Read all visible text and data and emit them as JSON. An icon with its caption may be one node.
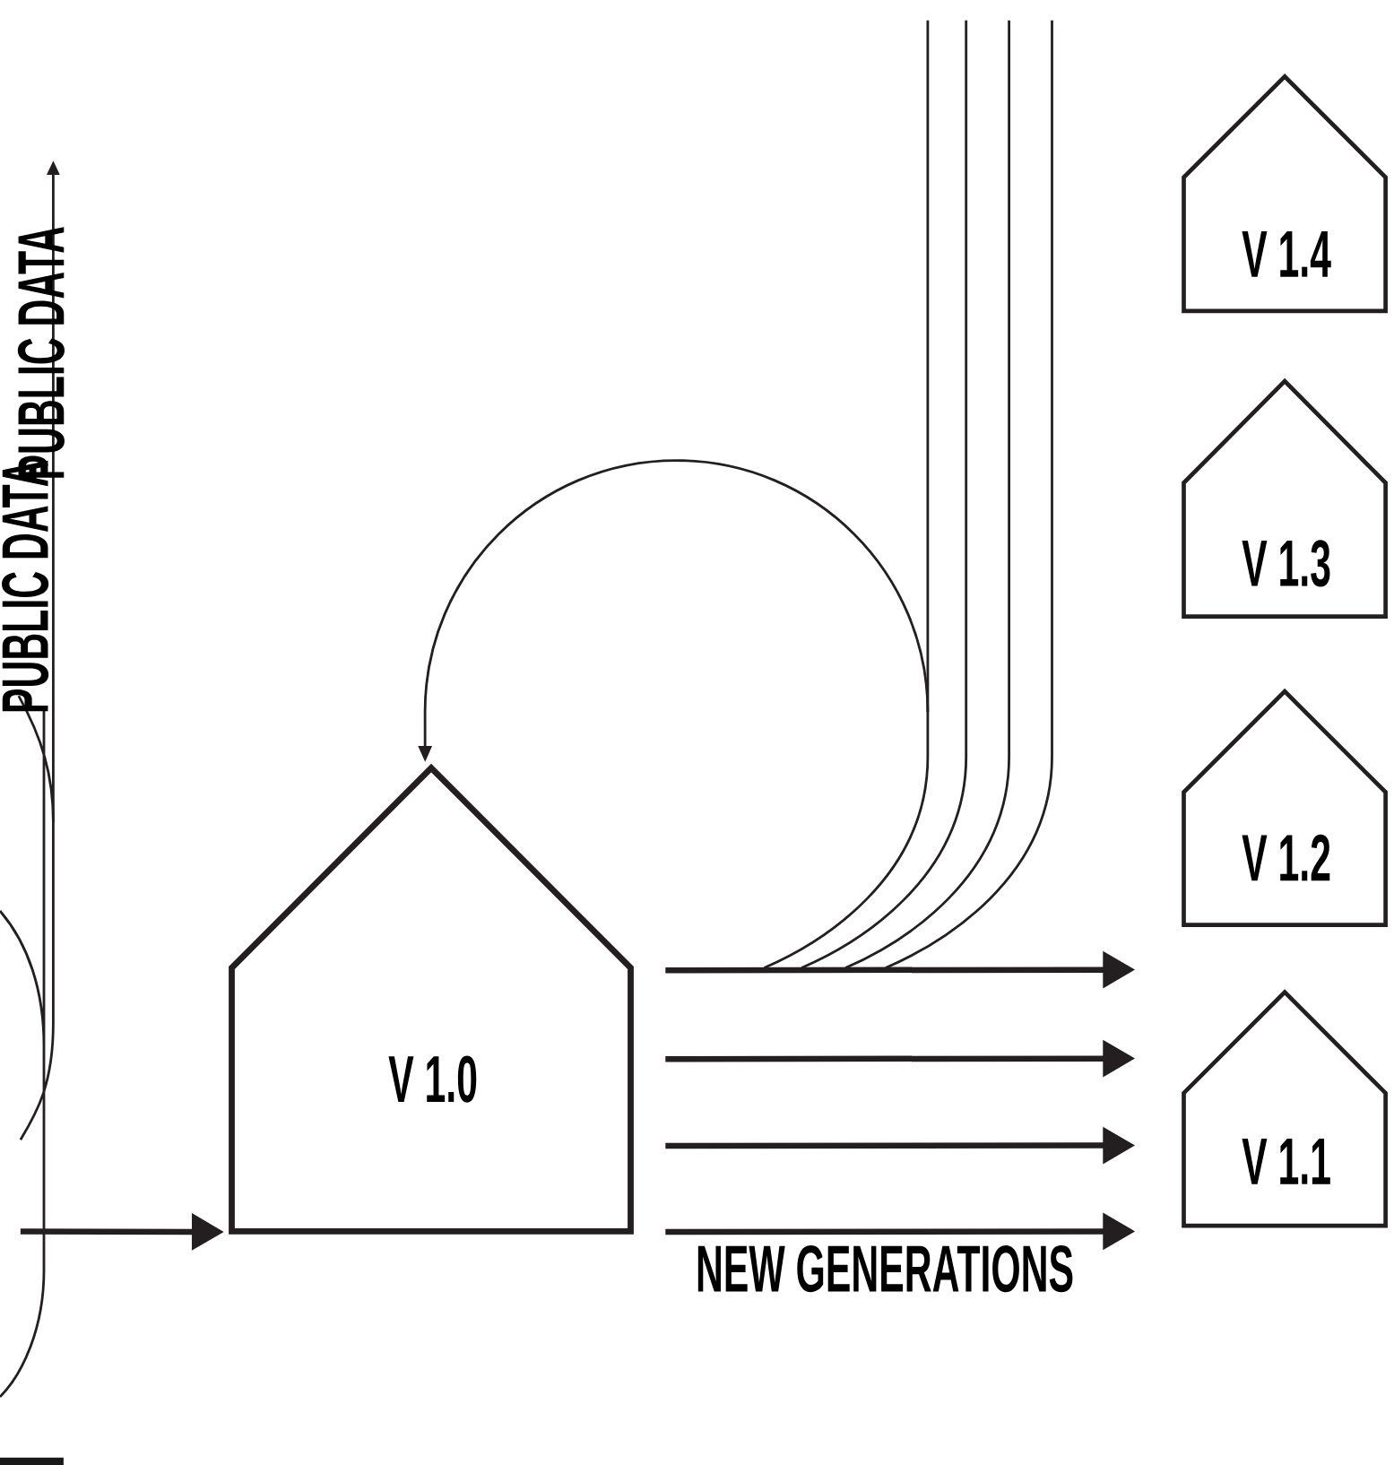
{
  "diagram": {
    "nodes": [
      {
        "text": [
          "V 1.4"
        ]
      },
      {
        "text": [
          "V 1.3"
        ]
      },
      {
        "text": [
          "V 1.2"
        ]
      },
      {
        "text": [
          "V 1.0"
        ]
      },
      {
        "text": [
          "V 1.1"
        ]
      }
    ],
    "edges": [
      {
        "from": null,
        "to": 3,
        "arrow": "to"
      },
      {
        "from": 3,
        "to": null,
        "arrow": "to"
      },
      {
        "from": 3,
        "to": null,
        "arrow": "to"
      },
      {
        "from": 3,
        "to": null,
        "arrow": "to"
      },
      {
        "from": 3,
        "to": null,
        "arrow": "to",
        "label": "NEW GENERATIONS"
      },
      {
        "from": null,
        "to": 3,
        "arrow": "to"
      }
    ],
    "labels": [
      "PUBLIC DATA",
      "PUBLIC DATA"
    ]
  }
}
